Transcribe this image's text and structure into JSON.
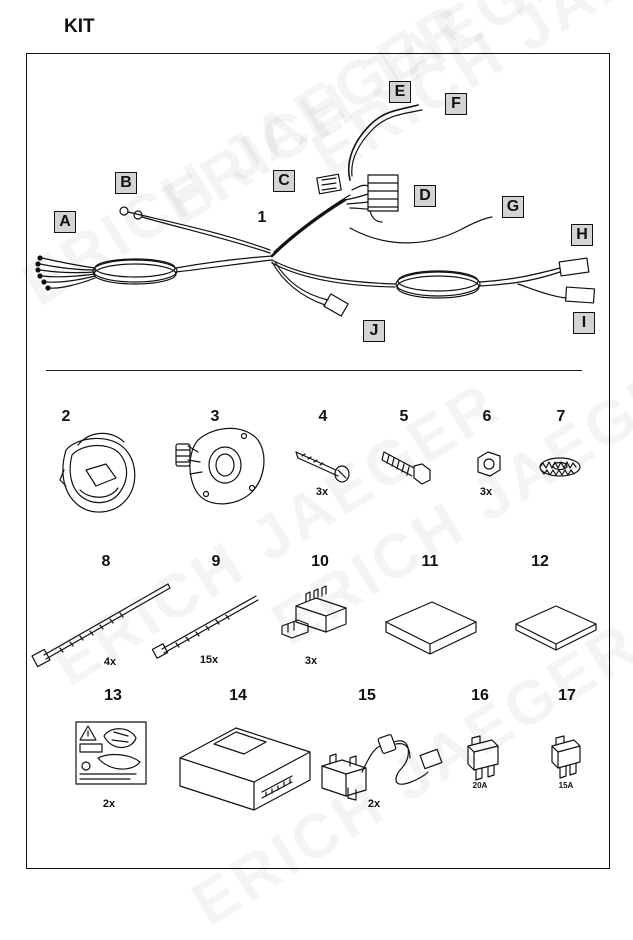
{
  "header": {
    "title": "KIT"
  },
  "watermark": {
    "text": "ERICH JAEGER"
  },
  "harness": {
    "number": "1",
    "labels": [
      "A",
      "B",
      "C",
      "D",
      "E",
      "F",
      "G",
      "H",
      "I",
      "J"
    ]
  },
  "parts": [
    {
      "number": "2",
      "qty": ""
    },
    {
      "number": "3",
      "qty": ""
    },
    {
      "number": "4",
      "qty": "3x"
    },
    {
      "number": "5",
      "qty": ""
    },
    {
      "number": "6",
      "qty": "3x"
    },
    {
      "number": "7",
      "qty": ""
    },
    {
      "number": "8",
      "qty": "4x"
    },
    {
      "number": "9",
      "qty": "15x"
    },
    {
      "number": "10",
      "qty": "3x"
    },
    {
      "number": "11",
      "qty": ""
    },
    {
      "number": "12",
      "qty": ""
    },
    {
      "number": "13",
      "qty": "2x"
    },
    {
      "number": "14",
      "qty": ""
    },
    {
      "number": "15",
      "qty": "2x"
    },
    {
      "number": "16",
      "qty": "",
      "rating": "20A"
    },
    {
      "number": "17",
      "qty": "",
      "rating": "15A"
    }
  ]
}
